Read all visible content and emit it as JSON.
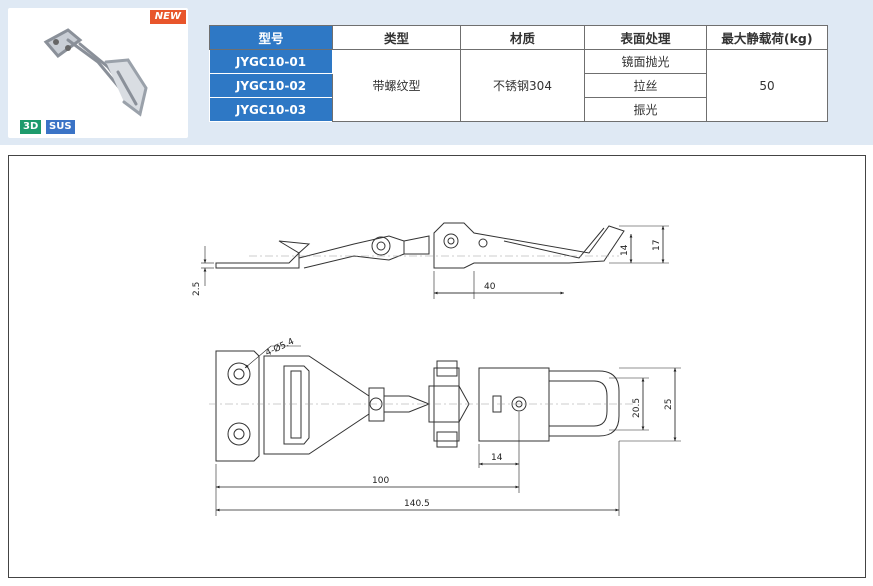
{
  "badges": {
    "new": "NEW",
    "tag_3d": "3D",
    "tag_sus": "SUS"
  },
  "colors": {
    "header_blue": "#2e78c5",
    "band_bg": "#dfe9f4",
    "new_badge": "#e8552b",
    "tag_3d": "#1d9a6c",
    "tag_sus": "#3a73c6"
  },
  "spec_table": {
    "headers": [
      "型号",
      "类型",
      "材质",
      "表面处理",
      "最大静载荷(kg)"
    ],
    "models": [
      "JYGC10-01",
      "JYGC10-02",
      "JYGC10-03"
    ],
    "type": "带螺纹型",
    "material": "不锈钢304",
    "finishes": [
      "镜面抛光",
      "拉丝",
      "振光"
    ],
    "max_load": "50"
  },
  "drawing": {
    "dims": {
      "thickness": "2.5",
      "side_length": "40",
      "height_inner": "14",
      "height_outer": "17",
      "hole_callout": "4-Ø5.4",
      "width_inner": "20.5",
      "width_outer": "25",
      "hook_offset": "14",
      "base_to_hook": "100",
      "overall_length": "140.5"
    }
  }
}
